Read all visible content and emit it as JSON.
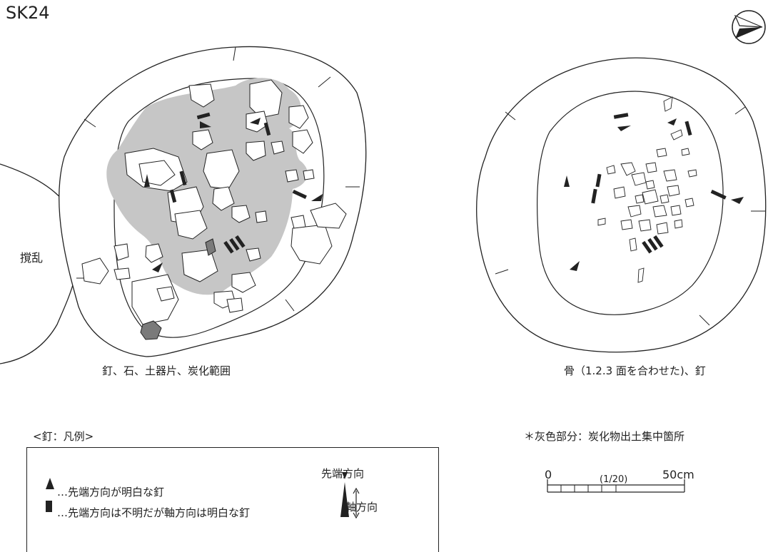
{
  "site_id": "SK24",
  "disturbance_label": "撹乱",
  "captions": {
    "left": "釘、石、土器片、炭化範囲",
    "right": "骨（1.2.3 面を合わせた)、釘"
  },
  "legend": {
    "title": "<釘：凡例>",
    "rows": [
      {
        "text": "…先端方向が明白な釘"
      },
      {
        "text": "…先端方向は不明だが軸方向は明白な釘"
      }
    ],
    "tip_direction_label": "先端方向",
    "axis_direction_label": "軸方向"
  },
  "gray_note": "＊灰色部分：炭化物出土集中箇所",
  "scale": {
    "start": "0",
    "ratio": "(1/20)",
    "end": "50cm"
  },
  "colors": {
    "ink": "#222222",
    "charcoal_area": "#c6c6c6",
    "sherd_fill": "#7a7a7a"
  },
  "icons": {
    "north_arrow": "north-arrow-icon"
  }
}
